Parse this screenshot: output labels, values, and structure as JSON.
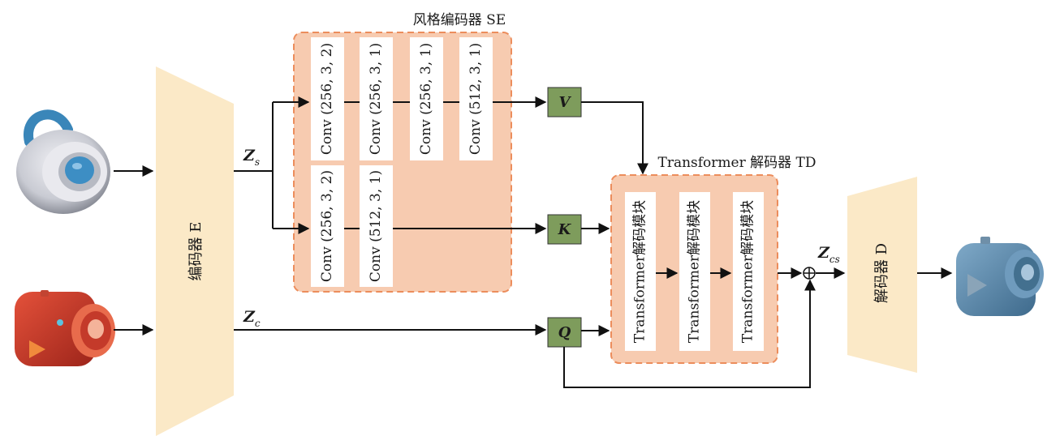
{
  "style_encoder": {
    "title": "风格编码器 SE",
    "top_row": [
      "Conv (256, 3, 2)",
      "Conv (256, 3, 1)",
      "Conv (256, 3, 1)",
      "Conv (512, 3, 1)"
    ],
    "bottom_row": [
      "Conv (256, 3, 2)",
      "Conv (512, 3, 1)"
    ]
  },
  "transformer_decoder": {
    "title": "Transformer 解码器 TD",
    "blocks": [
      "Transformer解码模块",
      "Transformer解码模块",
      "Transformer解码模块"
    ]
  },
  "encoder": {
    "label": "编码器 E"
  },
  "decoder": {
    "label": "解码器 D"
  },
  "nodes": {
    "v": "V",
    "k": "K",
    "q": "Q"
  },
  "latents": {
    "zs": {
      "main": "Z",
      "sub": "s"
    },
    "zc": {
      "main": "Z",
      "sub": "c"
    },
    "zcs": {
      "main": "Z",
      "sub": "cs"
    }
  },
  "icons": {
    "style_input": "padlock-icon",
    "content_input": "camera-icon",
    "output": "camera-icon"
  },
  "colors": {
    "dashed_box_fill": "#f7cbb0",
    "dashed_box_stroke": "#ec8d5c",
    "trapezoid_fill": "#fbe9c7",
    "node_fill": "#7e9c5c",
    "arrow": "#111111"
  }
}
